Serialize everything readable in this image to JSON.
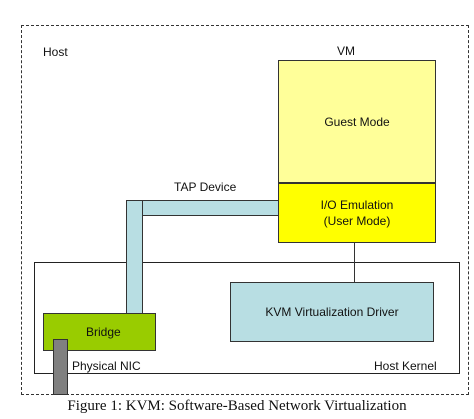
{
  "diagram": {
    "host_label": "Host",
    "vm_label": "VM",
    "guest_mode": "Guest Mode",
    "io_emulation_line1": "I/O Emulation",
    "io_emulation_line2": "(User Mode)",
    "tap_device": "TAP Device",
    "kvm_driver": "KVM Virtualization Driver",
    "bridge": "Bridge",
    "physical_nic": "Physical NIC",
    "host_kernel": "Host Kernel"
  },
  "caption": "Figure 1: KVM: Software-Based Network Virtualization",
  "colors": {
    "guest_mode": "#ffff99",
    "io_emulation": "#ffff00",
    "kvm_driver": "#b8dee3",
    "tap_device": "#b8dee3",
    "bridge": "#99cc00",
    "physical_nic": "#808080"
  }
}
